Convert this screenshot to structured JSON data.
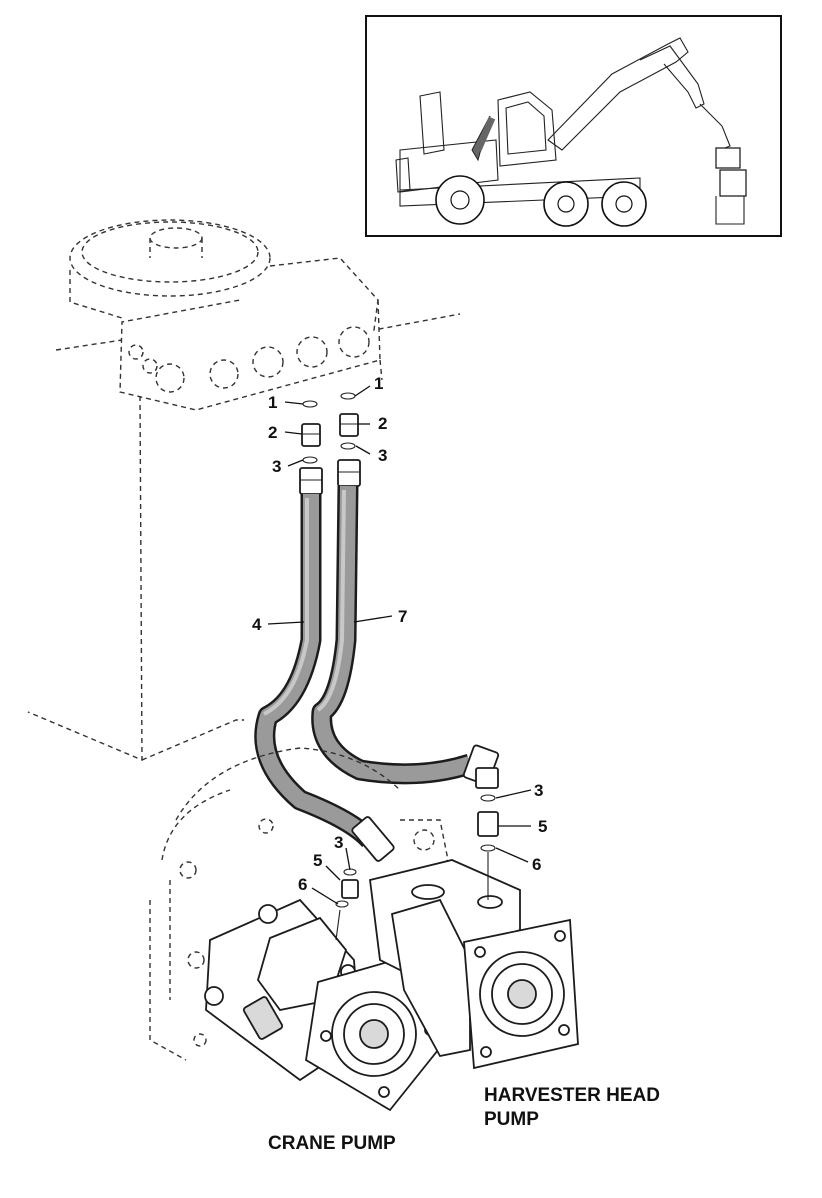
{
  "callouts": {
    "c1a": "1",
    "c2a": "2",
    "c3a": "3",
    "c1b": "1",
    "c2b": "2",
    "c3b": "3",
    "c4": "4",
    "c7": "7",
    "c3c": "3",
    "c5c": "5",
    "c6c": "6",
    "c3d": "3",
    "c5d": "5",
    "c6d": "6"
  },
  "captions": {
    "crane_pump": "CRANE PUMP",
    "harvester_head_line1": "HARVESTER HEAD",
    "harvester_head_line2": "PUMP"
  },
  "colors": {
    "hose": "#9a9a9a",
    "outline": "#1c1c1c"
  },
  "icons": [
    "harvester-machine-inset",
    "hydraulic-tank",
    "hydraulic-hose",
    "crane-pump",
    "harvester-head-pump"
  ]
}
